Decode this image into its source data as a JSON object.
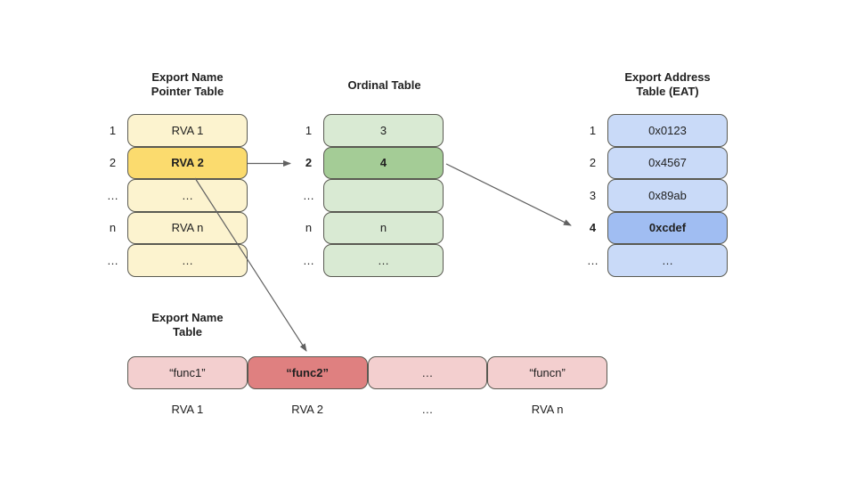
{
  "colors": {
    "background": "#FFFFFF",
    "text": "#212121",
    "border": "#5A5A52",
    "arrow": "#616161",
    "yellow_light": "#FCF3CF",
    "yellow_highlight": "#FBDB6E",
    "green_light": "#D9EAD3",
    "green_highlight": "#A4CC96",
    "blue_light": "#C9DAF8",
    "blue_highlight": "#A0BDF2",
    "pink_light": "#F3CFCF",
    "pink_highlight": "#DF8080"
  },
  "export_name_pointer_table": {
    "title_line1": "Export Name",
    "title_line2": "Pointer Table",
    "rows": [
      {
        "label": "1",
        "value": "RVA 1"
      },
      {
        "label": "2",
        "value": "RVA 2"
      },
      {
        "label": "…",
        "value": "…"
      },
      {
        "label": "n",
        "value": "RVA n"
      },
      {
        "label": "…",
        "value": "…"
      }
    ]
  },
  "ordinal_table": {
    "title": "Ordinal Table",
    "rows": [
      {
        "label": "1",
        "value": "3"
      },
      {
        "label": "2",
        "value": "4"
      },
      {
        "label": "…",
        "value": ""
      },
      {
        "label": "n",
        "value": "n"
      },
      {
        "label": "…",
        "value": "…"
      }
    ]
  },
  "export_address_table": {
    "title_line1": "Export Address",
    "title_line2": "Table (EAT)",
    "rows": [
      {
        "label": "1",
        "value": "0x0123"
      },
      {
        "label": "2",
        "value": "0x4567"
      },
      {
        "label": "3",
        "value": "0x89ab"
      },
      {
        "label": "4",
        "value": "0xcdef"
      },
      {
        "label": "…",
        "value": "…"
      }
    ]
  },
  "export_name_table": {
    "title_line1": "Export Name",
    "title_line2": "Table",
    "cells": [
      {
        "value": "“func1”",
        "label": "RVA 1"
      },
      {
        "value": "“func2”",
        "label": "RVA 2"
      },
      {
        "value": "…",
        "label": "…"
      },
      {
        "value": "“funcn”",
        "label": "RVA n"
      }
    ]
  }
}
